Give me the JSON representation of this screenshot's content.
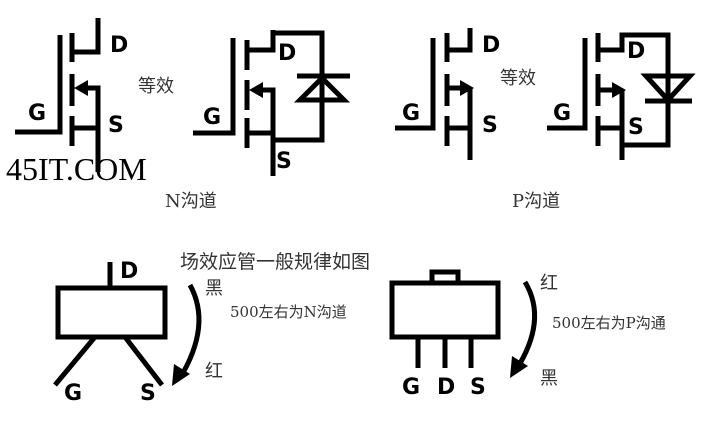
{
  "watermark": "45IT.COM",
  "top": {
    "equivalent_label": "等效",
    "n_channel_label": "N沟道",
    "p_channel_label": "P沟道",
    "pins": {
      "g": "G",
      "d": "D",
      "s": "S"
    }
  },
  "bottom": {
    "title": "场效应管一般规律如图",
    "left": {
      "black": "黑",
      "red": "红",
      "note": "500左右为N沟道"
    },
    "right": {
      "red": "红",
      "black": "黑",
      "note": "500左右为P沟通"
    }
  }
}
